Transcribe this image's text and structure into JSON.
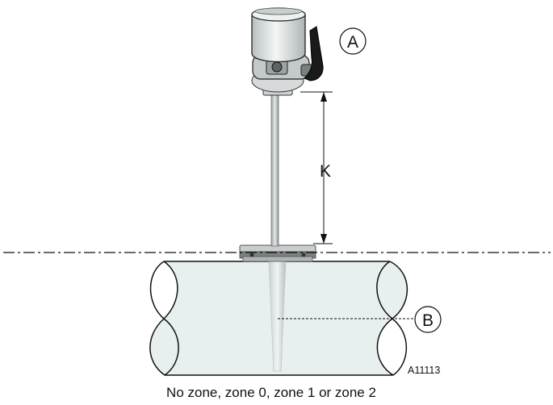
{
  "callouts": {
    "transmitter": "A",
    "probe_tip": "B"
  },
  "dimension": {
    "label": "K"
  },
  "drawing_id": "A11113",
  "caption": "No zone, zone 0, zone 1 or zone 2",
  "colors": {
    "pipe_fill": "#e8efef",
    "outline": "#111111",
    "housing": "#dfe3e3",
    "antenna": "#1a1a1a"
  }
}
